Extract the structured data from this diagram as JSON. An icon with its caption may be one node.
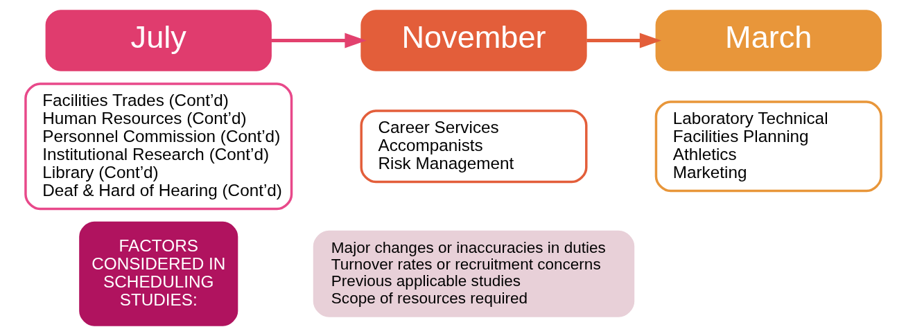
{
  "diagram": {
    "nodes": [
      {
        "text": [
          "July"
        ]
      },
      {
        "text": [
          "Facilities Trades (Cont’d)",
          "Human Resources (Cont’d)",
          "Personnel Commission (Cont’d)",
          "Institutional Research (Cont’d)",
          "Library (Cont’d)",
          "Deaf & Hard of Hearing (Cont’d)"
        ]
      },
      {
        "text": [
          "November"
        ]
      },
      {
        "text": [
          "Career Services",
          "Accompanists",
          "Risk Management"
        ]
      },
      {
        "text": [
          "March"
        ]
      },
      {
        "text": [
          "Laboratory Technical",
          "Facilities Planning",
          "Athletics",
          "Marketing"
        ]
      },
      {
        "text": [
          "FACTORS CONSIDERED IN SCHEDULING STUDIES:"
        ]
      },
      {
        "text": [
          "Major changes or inaccuracies in duties",
          "Turnover rates or recruitment concerns",
          "Previous applicable studies",
          "Scope of resources required"
        ]
      }
    ],
    "edges": [
      {
        "from": 0,
        "to": 2,
        "arrow": "to",
        "color": "#e2416e"
      },
      {
        "from": 2,
        "to": 4,
        "arrow": "to",
        "color": "#e35e3a"
      }
    ]
  }
}
